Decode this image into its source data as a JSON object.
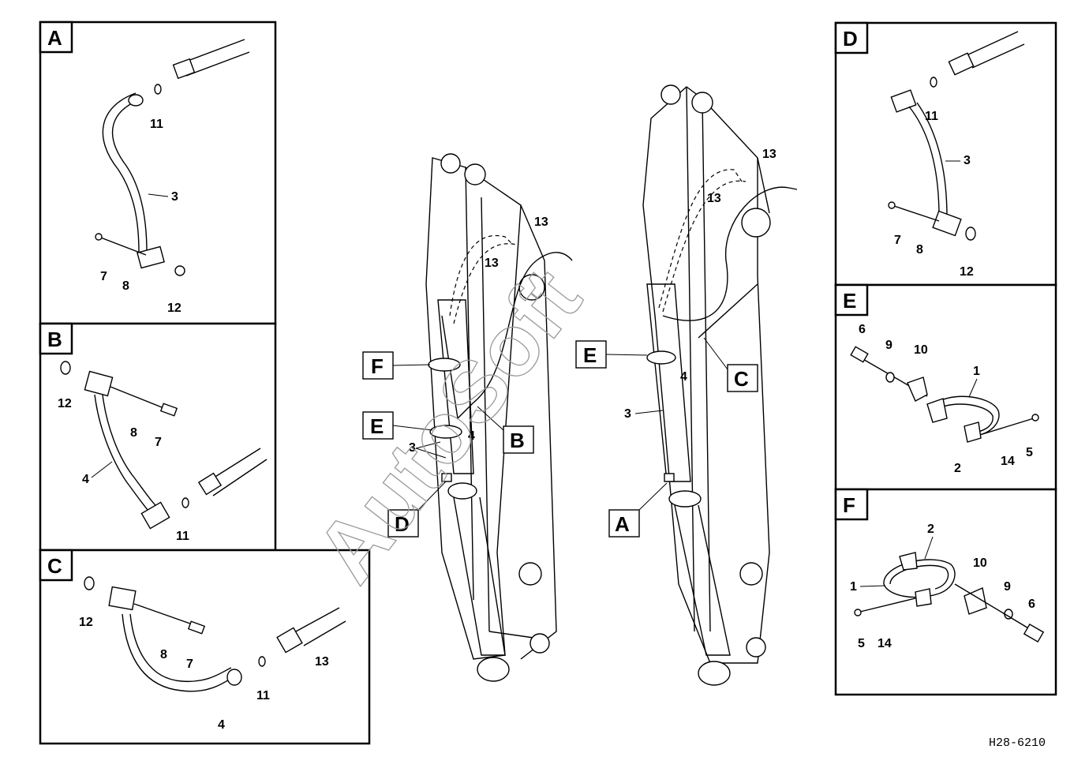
{
  "drawing_code": "H28-6210",
  "watermark": "AutoSoft",
  "panels": {
    "A": {
      "letter": "A",
      "labels": {
        "p11": "11",
        "p3": "3",
        "p7": "7",
        "p8": "8",
        "p12": "12"
      }
    },
    "B": {
      "letter": "B",
      "labels": {
        "p12": "12",
        "p8": "8",
        "p7": "7",
        "p4": "4",
        "p11": "11"
      }
    },
    "C": {
      "letter": "C",
      "labels": {
        "p12": "12",
        "p8": "8",
        "p7": "7",
        "p13": "13",
        "p11": "11",
        "p4": "4"
      }
    },
    "D": {
      "letter": "D",
      "labels": {
        "p11": "11",
        "p3": "3",
        "p7": "7",
        "p8": "8",
        "p12": "12"
      }
    },
    "E": {
      "letter": "E",
      "labels": {
        "p6": "6",
        "p9": "9",
        "p10": "10",
        "p1": "1",
        "p2": "2",
        "p14": "14",
        "p5": "5"
      }
    },
    "F": {
      "letter": "F",
      "labels": {
        "p2": "2",
        "p10": "10",
        "p1": "1",
        "p9": "9",
        "p6": "6",
        "p5": "5",
        "p14": "14"
      }
    }
  },
  "main": {
    "left_boom": {
      "callouts": {
        "F": "F",
        "E": "E",
        "B": "B",
        "D": "D"
      },
      "labels": {
        "p13a": "13",
        "p13b": "13",
        "p4": "4",
        "p3": "3"
      }
    },
    "right_boom": {
      "callouts": {
        "E": "E",
        "C": "C",
        "A": "A"
      },
      "labels": {
        "p13a": "13",
        "p13b": "13",
        "p4": "4",
        "p3": "3"
      }
    }
  }
}
